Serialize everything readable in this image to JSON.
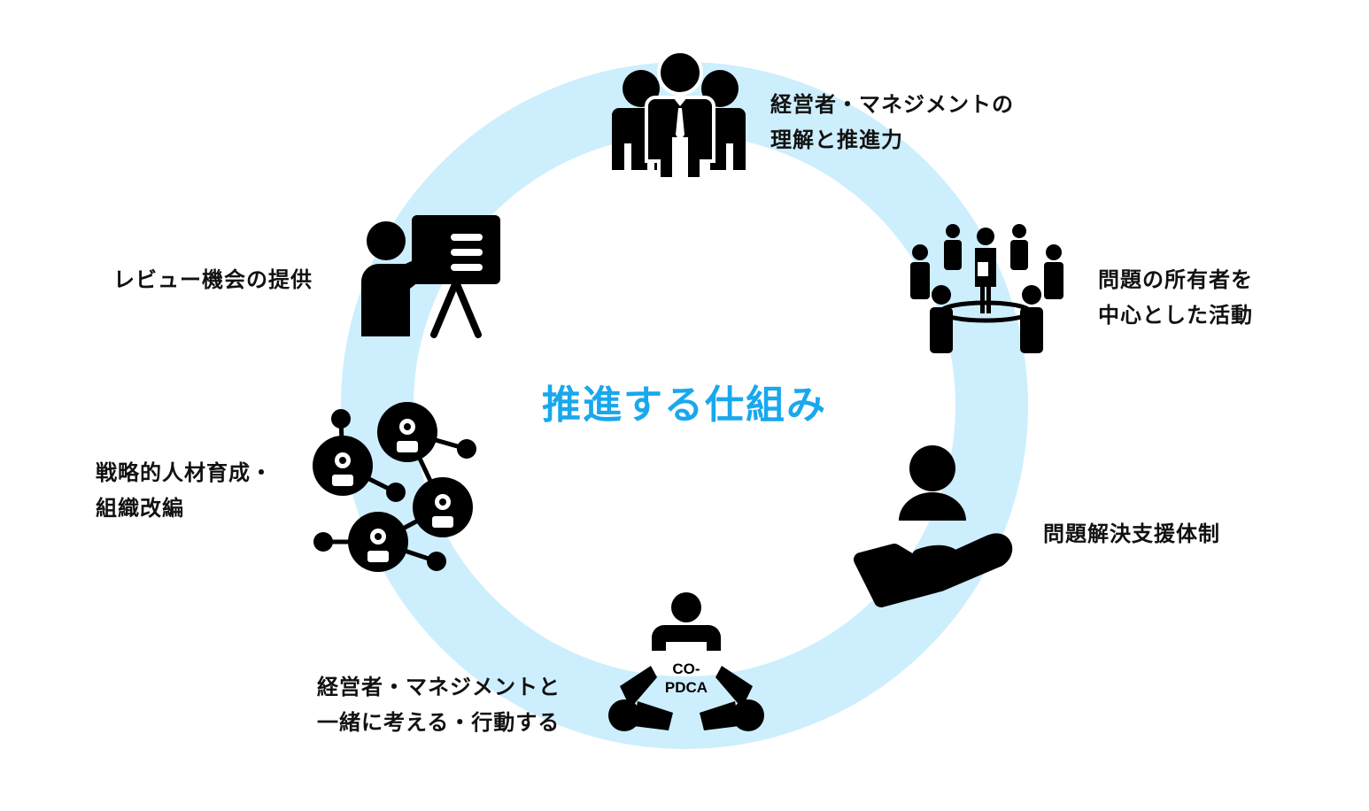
{
  "colors": {
    "ring": "#cdeefd",
    "accent": "#18a8ee",
    "icon": "#000000",
    "text": "#111111"
  },
  "center": {
    "title": "推進する仕組み"
  },
  "items": [
    {
      "icon": "executive-group-icon",
      "lines": [
        "経営者・マネジメントの",
        "理解と推進力"
      ]
    },
    {
      "icon": "people-around-owner-icon",
      "lines": [
        "問題の所有者を",
        "中心とした活動"
      ]
    },
    {
      "icon": "hand-support-icon",
      "lines": [
        "問題解決支援体制"
      ]
    },
    {
      "icon": "co-pdca-team-icon",
      "lines": [
        "経営者・マネジメントと",
        "一緒に考える・行動する"
      ],
      "icon_text": [
        "CO-",
        "PDCA"
      ]
    },
    {
      "icon": "network-people-icon",
      "lines": [
        "戦略的人材育成・",
        "組織改編"
      ]
    },
    {
      "icon": "presentation-board-icon",
      "lines": [
        "レビュー機会の提供"
      ]
    }
  ]
}
